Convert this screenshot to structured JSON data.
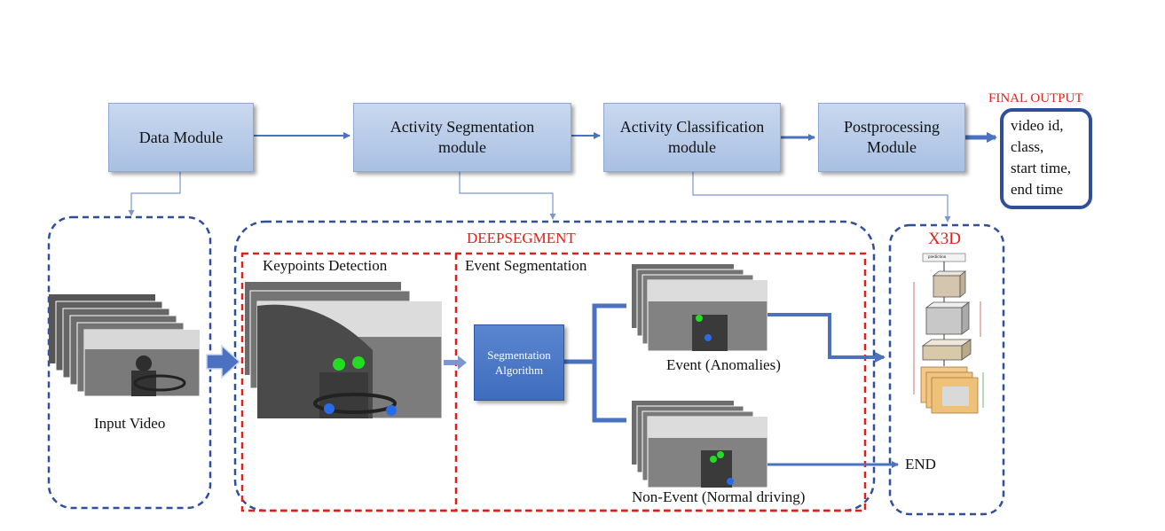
{
  "modules": {
    "data": "Data Module",
    "segmentation": "Activity Segmentation module",
    "classification": "Activity Classification module",
    "postprocessing": "Postprocessing Module"
  },
  "final_output": {
    "title": "FINAL OUTPUT",
    "lines": [
      "video id,",
      "class,",
      "start time,",
      "end time"
    ]
  },
  "sections": {
    "input_video": "Input Video",
    "deepsegment": "DEEPSEGMENT",
    "keypoints": "Keypoints Detection",
    "event_segmentation": "Event Segmentation",
    "segmentation_algorithm": "Segmentation Algorithm",
    "event_label": "Event (Anomalies)",
    "non_event_label": "Non-Event (Normal driving)",
    "x3d": "X3D",
    "end": "END"
  },
  "x3d_diagram": {
    "top_label": "prediction"
  },
  "colors": {
    "arrow": "#4a72c0",
    "dash_blue": "#2f4f99",
    "dash_red": "#e0201a"
  }
}
